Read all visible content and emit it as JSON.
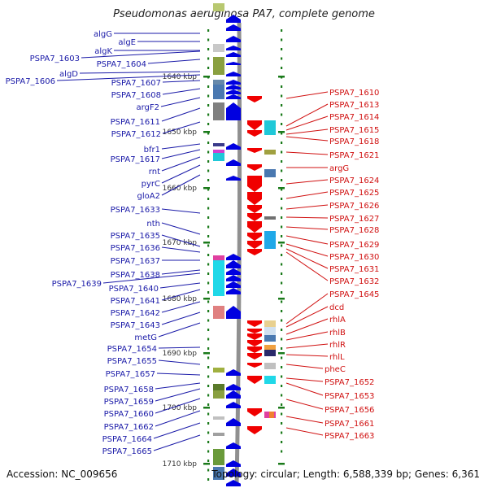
{
  "title": "Pseudomonas aeruginosa PA7, complete genome",
  "footer": {
    "accession": "Accession: NC_009656",
    "summary": "Topology: circular; Length: 6,588,339 bp; Genes: 6,361"
  },
  "colors": {
    "forward_gene": "#0000e0",
    "reverse_gene": "#f00000",
    "backbone": "#909090",
    "tick": "#1a7a1a"
  },
  "scale_labels": [
    "1640 kbp",
    "1650 kbp",
    "1660 kbp",
    "1670 kbp",
    "1680 kbp",
    "1690 kbp",
    "1700 kbp",
    "1710 kbp"
  ],
  "left_labels": [
    "algG",
    "algE",
    "algK",
    "PSPA7_1603",
    "PSPA7_1604",
    "algD",
    "PSPA7_1606",
    "PSPA7_1607",
    "PSPA7_1608",
    "argF2",
    "PSPA7_1611",
    "PSPA7_1612",
    "bfr1",
    "PSPA7_1617",
    "rnt",
    "pyrC",
    "gloA2",
    "PSPA7_1633",
    "nth",
    "PSPA7_1635",
    "PSPA7_1636",
    "PSPA7_1637",
    "PSPA7_1638",
    "PSPA7_1639",
    "PSPA7_1640",
    "PSPA7_1641",
    "PSPA7_1642",
    "PSPA7_1643",
    "metG",
    "PSPA7_1654",
    "PSPA7_1655",
    "PSPA7_1657",
    "PSPA7_1658",
    "PSPA7_1659",
    "PSPA7_1660",
    "PSPA7_1662",
    "PSPA7_1664",
    "PSPA7_1665"
  ],
  "right_labels": [
    "PSPA7_1610",
    "PSPA7_1613",
    "PSPA7_1614",
    "PSPA7_1615",
    "PSPA7_1618",
    "PSPA7_1621",
    "argG",
    "PSPA7_1624",
    "PSPA7_1625",
    "PSPA7_1626",
    "PSPA7_1627",
    "PSPA7_1628",
    "PSPA7_1629",
    "PSPA7_1630",
    "PSPA7_1631",
    "PSPA7_1632",
    "PSPA7_1645",
    "dcd",
    "rhlA",
    "rhlB",
    "rhlR",
    "rhlL",
    "pheC",
    "PSPA7_1652",
    "PSPA7_1653",
    "PSPA7_1656",
    "PSPA7_1661",
    "PSPA7_1663"
  ]
}
